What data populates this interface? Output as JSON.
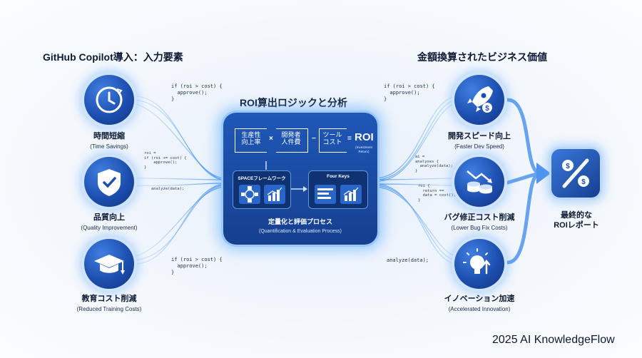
{
  "left_title": "GitHub Copilot導入：入力要素",
  "center_title": "ROI算出ロジックと分析",
  "right_title": "金額換算されたビジネス価値",
  "inputs": [
    {
      "jp": "時間短縮",
      "en": "(Time Savings)",
      "icon": "clock-icon"
    },
    {
      "jp": "品質向上",
      "en": "(Quality Improvement)",
      "icon": "shield-check-icon"
    },
    {
      "jp": "教育コスト削減",
      "en": "(Reduced Training Costs)",
      "icon": "graduation-cap-icon"
    }
  ],
  "outputs": [
    {
      "jp": "開発スピード向上",
      "en": "(Faster Dev Speed)",
      "icon": "rocket-icon"
    },
    {
      "jp": "バグ修正コスト削減",
      "en": "(Lower Bug Fix Costs)",
      "icon": "coins-down-icon"
    },
    {
      "jp": "イノベーション加速",
      "en": "(Accelerated Innovation)",
      "icon": "lightbulb-icon"
    }
  ],
  "code_snippets": {
    "left_top": "if (roi > cost) {\n  approve();\n}",
    "left_mid": "roi =\nif (roi += cost) {\n    approve();\n}",
    "left_mid2": "analyze(data);",
    "left_bottom": "if (roi > cost) {\n  approve();\n}",
    "right_top": "if (roi > cost) {\n  approve();\n}",
    "right_mid": "ai =\nanalyses {\n  analyze(data);\n}",
    "right_mid2": "roi {\n  return ==\n  data = cost();\n}",
    "right_bottom": "analyze(data);"
  },
  "formula": {
    "term1": "生産性\n向上率",
    "op1": "×",
    "term2": "開発者\n人件費",
    "op2": "−",
    "term3": "ツール\nコスト",
    "op3": "=",
    "result": "ROI",
    "result_sub": "(Investment\nReturn)"
  },
  "frameworks": {
    "space": "SPACEフレームワーク",
    "four_keys": "Four Keys"
  },
  "process": {
    "jp": "定量化と評価プロセス",
    "en": "(Quantification & Evaluation Process)"
  },
  "final_report": {
    "line1": "最終的な",
    "line2": "ROIレポート",
    "icon": "percent-icon"
  },
  "footer": "2025 AI KnowledgeFlow",
  "colors": {
    "primary": "#1d4fb0",
    "glow": "#5aa8ff",
    "text": "#0d1a33"
  }
}
